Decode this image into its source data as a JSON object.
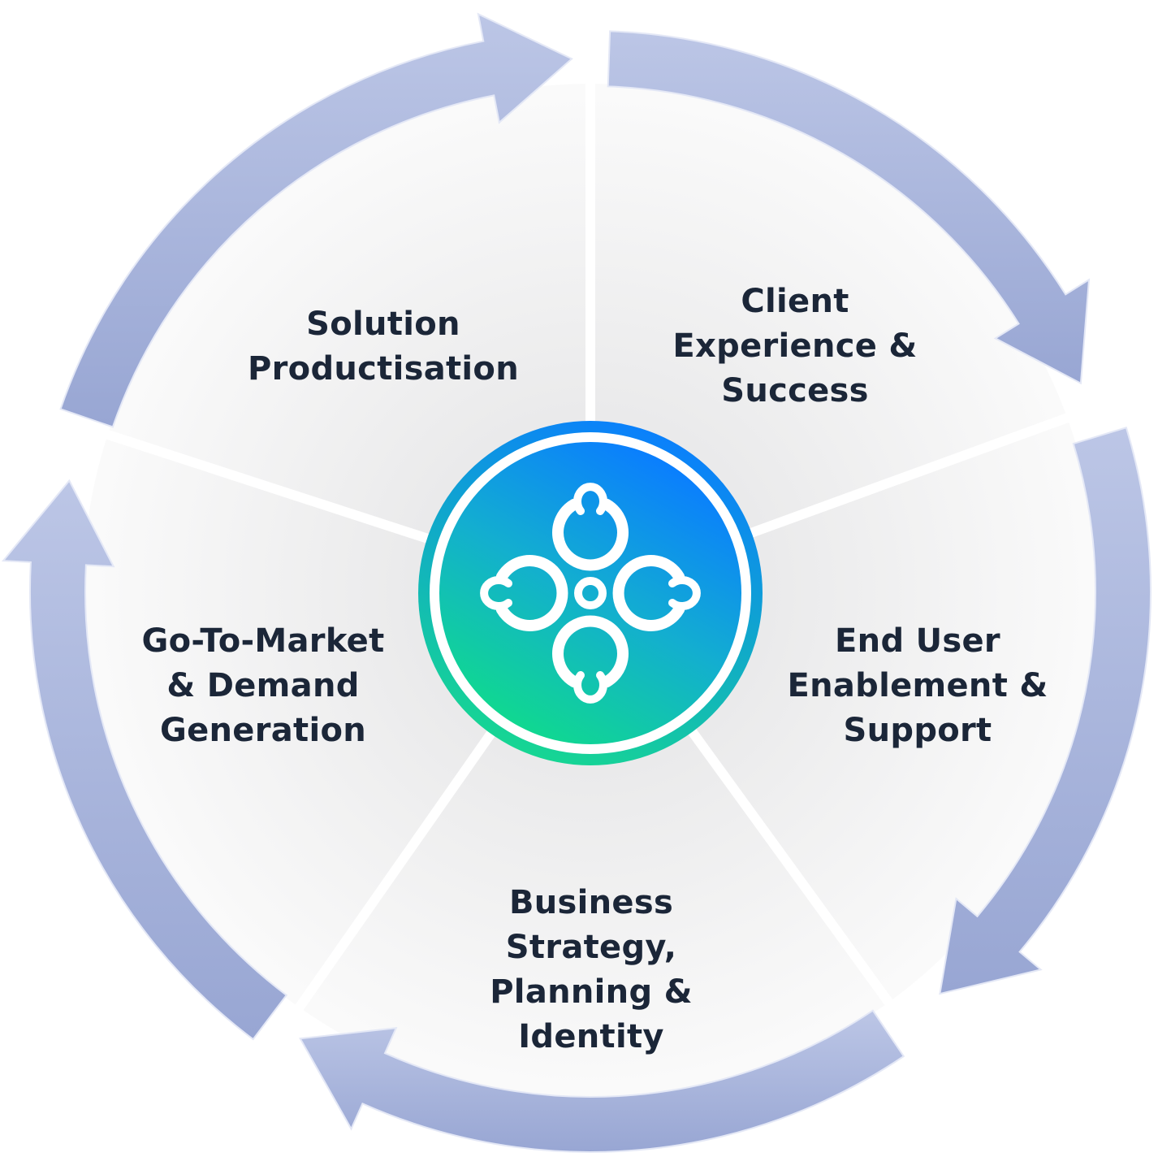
{
  "diagram": {
    "type": "cycle",
    "segments": [
      {
        "id": "solution",
        "lines": [
          "Solution",
          "Productisation"
        ]
      },
      {
        "id": "client",
        "lines": [
          "Client",
          "Experience &",
          "Success"
        ]
      },
      {
        "id": "enduser",
        "lines": [
          "End User",
          "Enablement &",
          "Support"
        ]
      },
      {
        "id": "business",
        "lines": [
          "Business",
          "Strategy,",
          "Planning &",
          "Identity"
        ]
      },
      {
        "id": "gtm",
        "lines": [
          "Go-To-Market",
          "& Demand",
          "Generation"
        ]
      }
    ],
    "center_logo": "four-figures-circle-logo",
    "colors": {
      "arrow": "#a9b6dc",
      "arrow_dark": "#8f9ccb",
      "text": "#1b2638",
      "logo_top": "#0a80ff",
      "logo_bottom": "#10d98f"
    }
  }
}
